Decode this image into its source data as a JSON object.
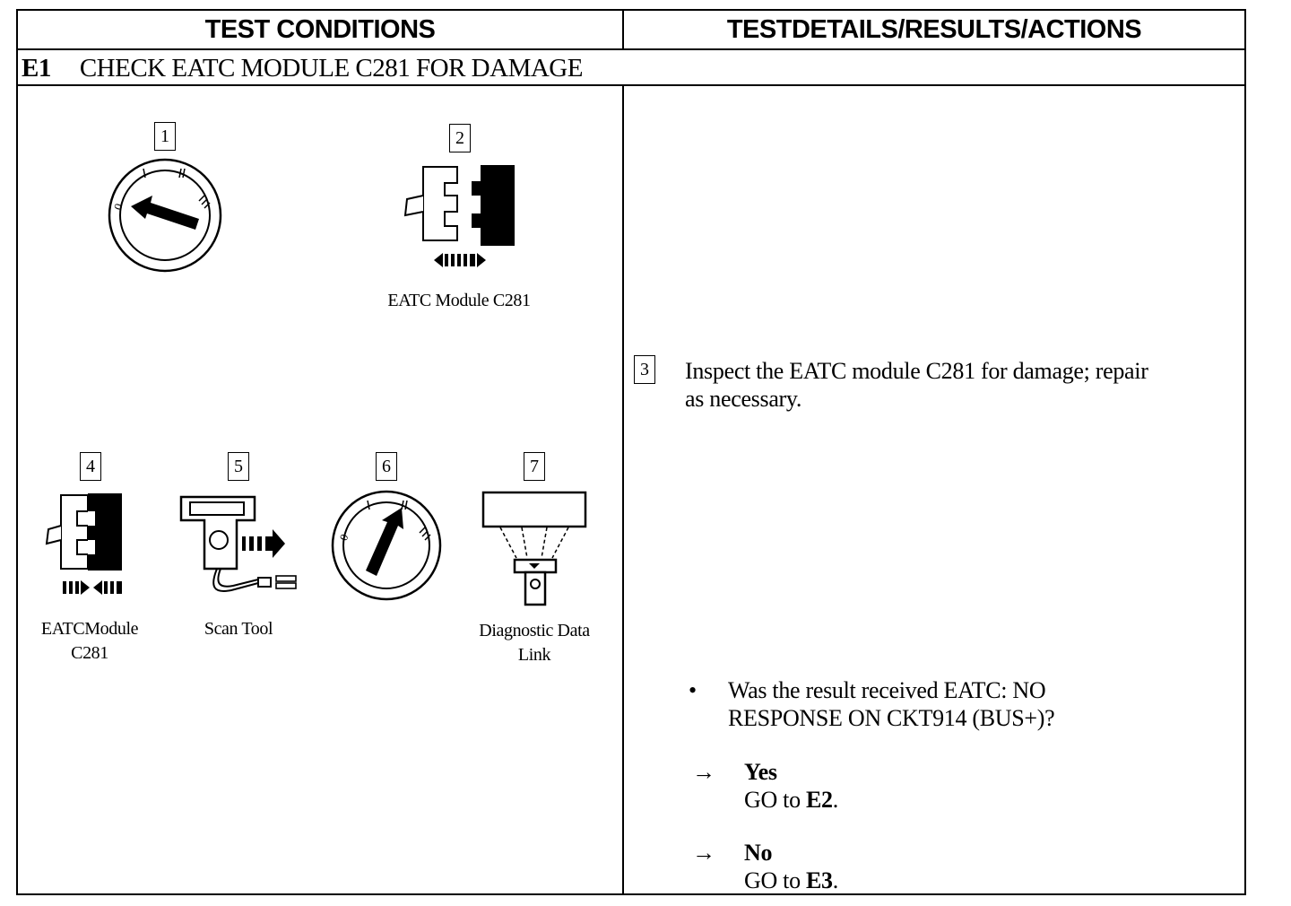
{
  "header": {
    "left": "TEST CONDITIONS",
    "right": "TESTDETAILS/RESULTS/ACTIONS"
  },
  "step": {
    "id": "E1",
    "title": "CHECK EATC MODULE C281 FOR DAMAGE"
  },
  "illustrations": {
    "i1": {
      "num": "1"
    },
    "i2": {
      "num": "2",
      "caption": "EATC Module C281"
    },
    "i4": {
      "num": "4",
      "caption_line1": "EATCModule",
      "caption_line2": "C281"
    },
    "i5": {
      "num": "5",
      "caption": "Scan Tool"
    },
    "i6": {
      "num": "6"
    },
    "i7": {
      "num": "7",
      "caption_line1": "Diagnostic Data",
      "caption_line2": "Link"
    }
  },
  "details": {
    "step3_num": "3",
    "step3_line1": "Inspect the EATC module C281 for damage; repair",
    "step3_line2": "as necessary.",
    "bullet": "•",
    "question_line1": "Was the result received EATC: NO",
    "question_line2": "RESPONSE ON CKT914 (BUS+)?",
    "arrow": "→",
    "yes_label": "Yes",
    "yes_go": "GO to ",
    "yes_target": "E2",
    "no_label": "No",
    "no_go": "GO to ",
    "no_target": "E3",
    "period": "."
  },
  "colors": {
    "ink": "#000000",
    "paper": "#ffffff"
  }
}
